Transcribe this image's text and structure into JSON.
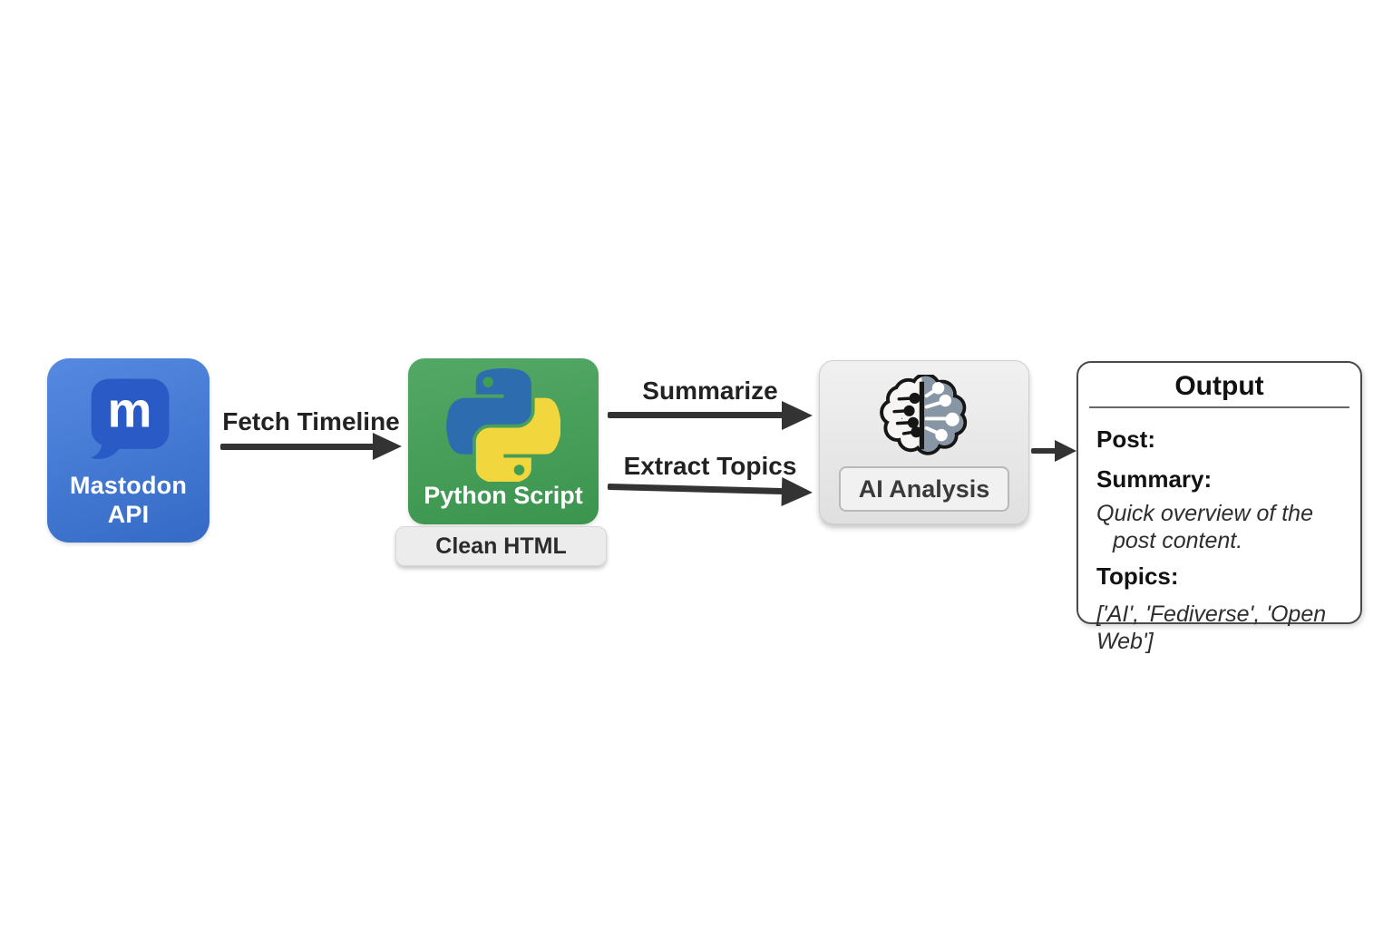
{
  "colors": {
    "background": "#ffffff",
    "mastodon_box": "#3a76dc",
    "mastodon_bubble": "#2a5ac6",
    "python_box": "#3f9e53",
    "python_blue": "#2d6cae",
    "python_yellow": "#f2d63d",
    "badge_bg": "#ececec",
    "ai_box": "#e9e9e9",
    "brain_gray": "#8696a5",
    "arrow": "#333333"
  },
  "nodes": {
    "mastodon": {
      "icon": "mastodon-logo-icon",
      "label_line1": "Mastodon",
      "label_line2": "API"
    },
    "python": {
      "icon": "python-logo-icon",
      "label": "Python Script",
      "badge": "Clean HTML"
    },
    "ai": {
      "icon": "ai-brain-icon",
      "label": "AI Analysis"
    },
    "output": {
      "title": "Output",
      "post_label": "Post:",
      "summary_label": "Summary:",
      "summary_value": "Quick overview of the post content.",
      "topics_label": "Topics:",
      "topics_value": "['AI', 'Fediverse', 'Open Web']"
    }
  },
  "arrows": {
    "fetch_timeline": "Fetch Timeline",
    "summarize": "Summarize",
    "extract_topics": "Extract Topics"
  }
}
